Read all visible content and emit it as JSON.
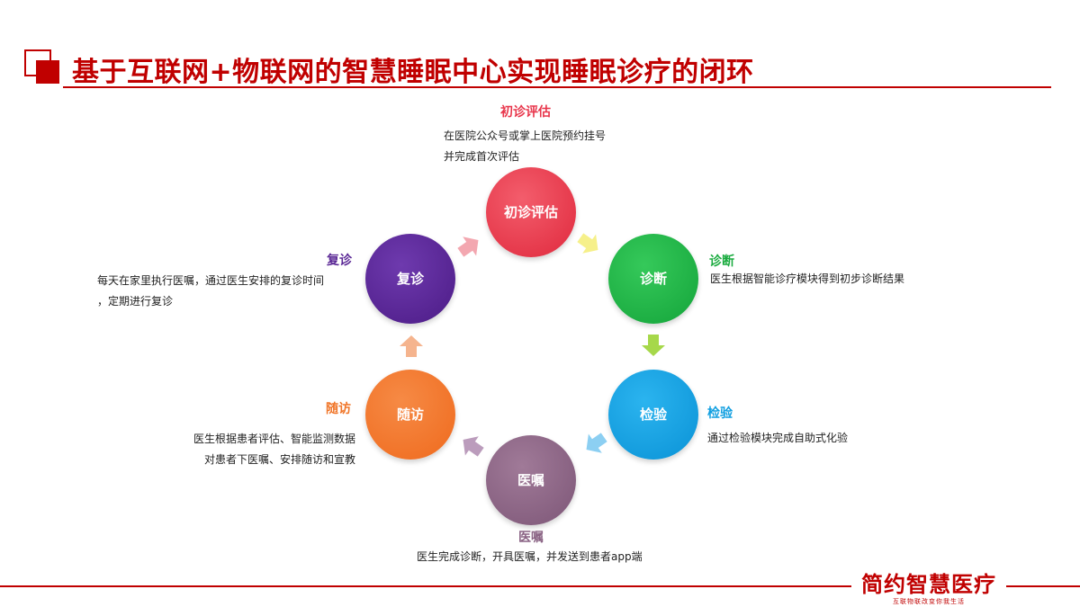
{
  "header": {
    "title": "基于互联网+物联网的智慧睡眠中心实现睡眠诊疗的闭环"
  },
  "cycle": {
    "chuzhen": {
      "node_text": "初诊评估",
      "label": "初诊评估",
      "desc": [
        "在医院公众号或掌上医院预约挂号",
        "并完成首次评估"
      ],
      "color": "#e8344a"
    },
    "zhenduan": {
      "node_text": "诊断",
      "label": "诊断",
      "desc": [
        "医生根据智能诊疗模块得到初步诊断结果"
      ],
      "color": "#1aab3f"
    },
    "jianyan": {
      "node_text": "检验",
      "label": "检验",
      "desc": [
        "通过检验模块完成自助式化验"
      ],
      "color": "#0e9ee0"
    },
    "yizhu": {
      "node_text": "医嘱",
      "label": "医嘱",
      "desc": [
        "医生完成诊断，开具医嘱，并发送到患者app端"
      ],
      "color": "#8a6384"
    },
    "suifang": {
      "node_text": "随访",
      "label": "随访",
      "desc": [
        "医生根据患者评估、智能监测数据",
        "对患者下医嘱、安排随访和宣教"
      ],
      "color": "#f07528"
    },
    "fuzhen": {
      "node_text": "复诊",
      "label": "复诊",
      "desc": [
        "每天在家里执行医嘱，通过医生安排的复诊时间",
        "，定期进行复诊"
      ],
      "color": "#5a2795"
    }
  },
  "arrow_colors": [
    "#f6f08a",
    "#a6d84a",
    "#8ccff2",
    "#bb9cbc",
    "#f5b48e",
    "#f3a7b0"
  ],
  "footer": {
    "brand_name": "简约智慧医疗",
    "brand_slogan": "互联物联改变你我生活"
  }
}
